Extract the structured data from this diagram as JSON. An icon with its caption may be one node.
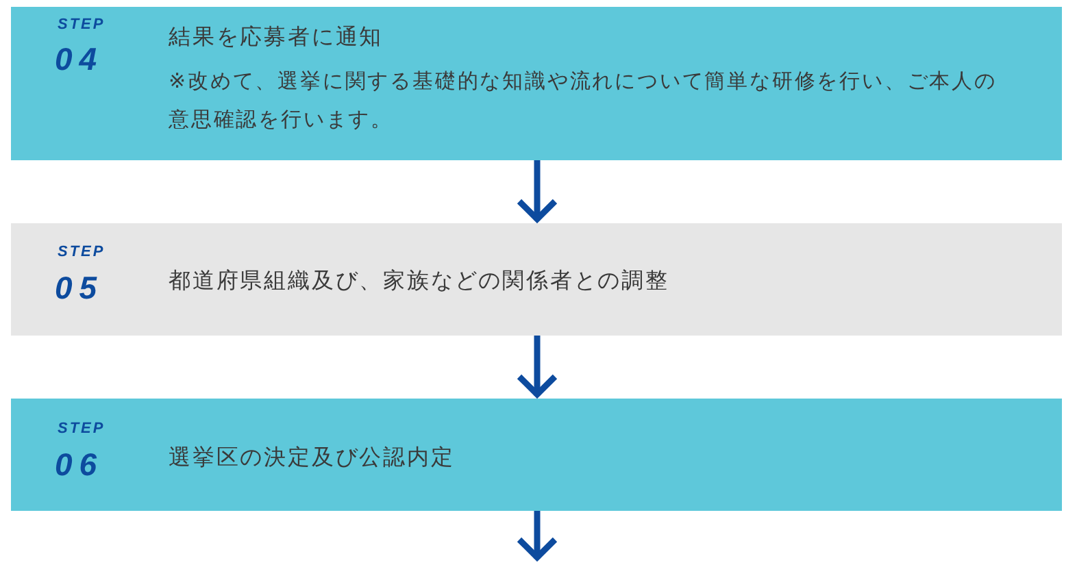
{
  "diagram": {
    "nodes": [
      {
        "text": [
          "STEP",
          "04",
          "結果を応募者に通知",
          "※改めて、選挙に関する基礎的な知識や流れについて簡単な研修を行い、ご本人の意思確認を行います。"
        ]
      },
      {
        "text": [
          "STEP",
          "05",
          "都道府県組織及び、家族などの関係者との調整"
        ]
      },
      {
        "text": [
          "STEP",
          "06",
          "選挙区の決定及び公認内定"
        ]
      }
    ],
    "edges": [
      {
        "from": 0,
        "to": 1,
        "arrow": "to"
      },
      {
        "from": 1,
        "to": 2,
        "arrow": "to"
      },
      {
        "from": 2,
        "to": null,
        "arrow": "to"
      }
    ]
  }
}
